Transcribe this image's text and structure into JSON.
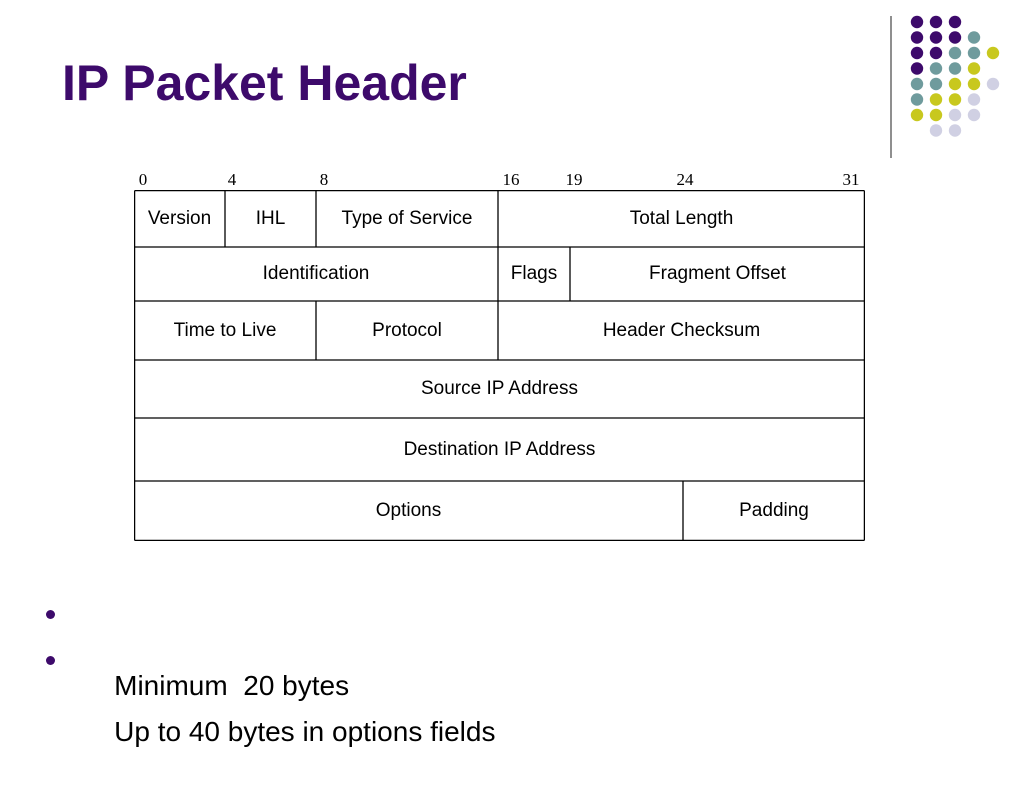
{
  "slide": {
    "title": "IP Packet Header"
  },
  "colors": {
    "title": "#3d0a6b",
    "bullet": "#3d0a6b",
    "dot_purple": "#3d0a6b",
    "dot_teal": "#6f9b9d",
    "dot_yellow": "#c8c81e",
    "dot_lavender": "#d0d0e3",
    "divider": "#8f8f8f"
  },
  "decoration_pattern": [
    [
      "purple",
      "purple",
      "purple"
    ],
    [
      "purple",
      "purple",
      "purple",
      "teal"
    ],
    [
      "purple",
      "purple",
      "teal",
      "teal",
      "yellow"
    ],
    [
      "purple",
      "teal",
      "teal",
      "yellow"
    ],
    [
      "teal",
      "teal",
      "yellow",
      "yellow",
      "lavender"
    ],
    [
      "teal",
      "yellow",
      "yellow",
      "lavender"
    ],
    [
      "yellow",
      "yellow",
      "lavender",
      "lavender"
    ],
    [
      "lavender",
      "lavender"
    ]
  ],
  "diagram": {
    "bit_labels": [
      "0",
      "4",
      "8",
      "16",
      "19",
      "24",
      "31"
    ],
    "rows": [
      {
        "fields": [
          {
            "label": "Version",
            "from": 0,
            "to": 4
          },
          {
            "label": "IHL",
            "from": 4,
            "to": 8
          },
          {
            "label": "Type of Service",
            "from": 8,
            "to": 16
          },
          {
            "label": "Total Length",
            "from": 16,
            "to": 32
          }
        ]
      },
      {
        "fields": [
          {
            "label": "Identification",
            "from": 0,
            "to": 16
          },
          {
            "label": "Flags",
            "from": 16,
            "to": 19
          },
          {
            "label": "Fragment Offset",
            "from": 19,
            "to": 32
          }
        ]
      },
      {
        "fields": [
          {
            "label": "Time to Live",
            "from": 0,
            "to": 8
          },
          {
            "label": "Protocol",
            "from": 8,
            "to": 16
          },
          {
            "label": "Header Checksum",
            "from": 16,
            "to": 32
          }
        ]
      },
      {
        "fields": [
          {
            "label": "Source IP Address",
            "from": 0,
            "to": 32
          }
        ]
      },
      {
        "fields": [
          {
            "label": "Destination IP Address",
            "from": 0,
            "to": 32
          }
        ]
      },
      {
        "fields": [
          {
            "label": "Options",
            "from": 0,
            "to": 24
          },
          {
            "label": "Padding",
            "from": 24,
            "to": 32
          }
        ]
      }
    ]
  },
  "bullets": [
    "Minimum  20 bytes",
    "Up to 40 bytes in options fields"
  ]
}
